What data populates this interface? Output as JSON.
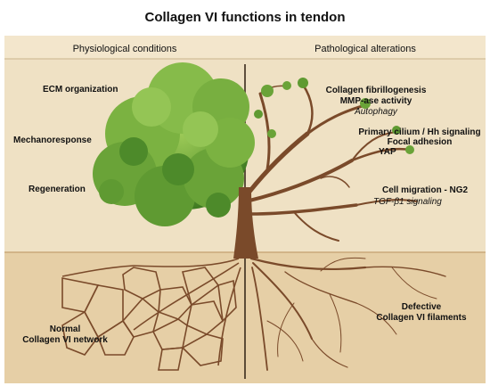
{
  "title": "Collagen VI functions in tendon",
  "header": {
    "left": "Physiological conditions",
    "right": "Pathological alterations"
  },
  "left_labels": {
    "ecm": "ECM organization",
    "mechano": "Mechanoresponse",
    "regen": "Regeneration",
    "normal_line1": "Normal",
    "normal_line2": "Collagen VI network"
  },
  "right_labels": {
    "fibrillo": "Collagen fibrillogenesis",
    "mmp": "MMP-ase activity",
    "autophagy": "Autophagy",
    "cilium": "Primary cilium / Hh signaling",
    "focal": "Focal adhesion",
    "yap": "YAP",
    "migration": "Cell migration - NG2",
    "tgf": "TGF-β1 signaling",
    "defective_line1": "Defective",
    "defective_line2": "Collagen VI filaments"
  },
  "colors": {
    "background": "#efe1c4",
    "header_band": "#f3e6cc",
    "soil": "#e8d3ad",
    "trunk": "#7a4a2a",
    "foliage": "#6aa338",
    "foliage_dark": "#3f7a22"
  }
}
